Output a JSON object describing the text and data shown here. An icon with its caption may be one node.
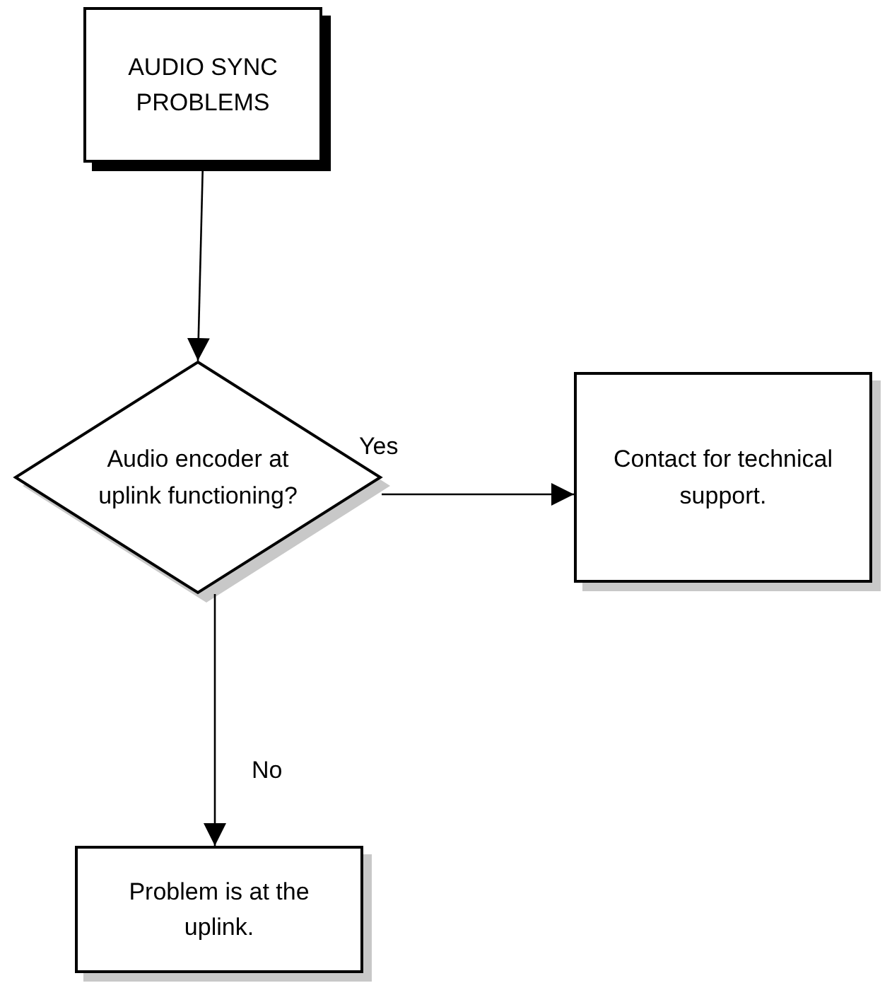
{
  "diagram": {
    "nodes": [
      {
        "text": [
          "AUDIO SYNC PROBLEMS"
        ]
      },
      {
        "text": [
          "Audio encoder at uplink functioning?"
        ]
      },
      {
        "text": [
          "Contact for technical support."
        ]
      },
      {
        "text": [
          "Problem is at the uplink."
        ]
      }
    ],
    "edges": [
      {
        "from": 0,
        "to": 1,
        "arrow": "to"
      },
      {
        "from": 1,
        "to": 2,
        "arrow": "to",
        "label": "Yes"
      },
      {
        "from": 1,
        "to": 3,
        "arrow": "to",
        "label": "No"
      }
    ]
  }
}
